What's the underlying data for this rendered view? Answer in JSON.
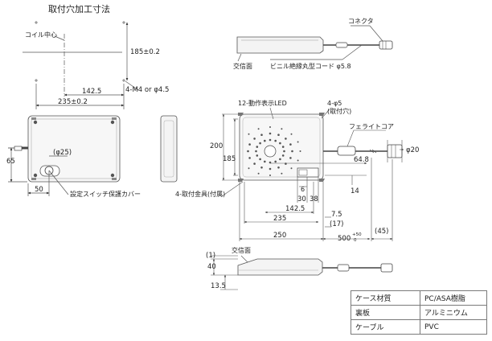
{
  "hole_section": {
    "title": "取付穴加工寸法",
    "coil_center": "コイル中心",
    "dim_185_tol": "185±0.2",
    "dim_1425": "142.5",
    "dim_235_tol": "235±0.2",
    "holes": "4-M4 or φ4.5"
  },
  "front_view": {
    "dim_65": "65",
    "dim_50": "50",
    "phi25": "(φ25)",
    "switch_cover": "設定スイッチ保護カバー"
  },
  "top_view": {
    "connector": "コネクタ",
    "comm_face": "交信面",
    "cable": "ビニル絶縁丸型コード φ5.8"
  },
  "main_view": {
    "led": "12-動作表示LED",
    "holes_label": "4-φ5",
    "holes_note": "(取付穴)",
    "ferrite": "フェライトコア",
    "phi20": "φ20",
    "dim_200": "200",
    "dim_185": "185",
    "dim_648": "64.8",
    "dim_14": "14",
    "dim_6": "6",
    "dim_30": "30",
    "dim_38": "38",
    "mount_fittings": "4-取付金具(付属)",
    "dim_1425": "142.5",
    "dim_235": "235",
    "dim_75": "7.5",
    "dim_17": "(17)",
    "dim_45": "(45)",
    "dim_250": "250",
    "dim_500": "500",
    "tol_upper": "+50",
    "tol_lower": "0"
  },
  "side_view": {
    "comm_face": "交信面",
    "dim_1": "(1)",
    "dim_40": "40",
    "dim_135": "13.5"
  },
  "specs": [
    {
      "label": "ケース材質",
      "value": "PC/ASA樹脂"
    },
    {
      "label": "裏板",
      "value": "アルミニウム"
    },
    {
      "label": "ケーブル",
      "value": "PVC"
    }
  ]
}
